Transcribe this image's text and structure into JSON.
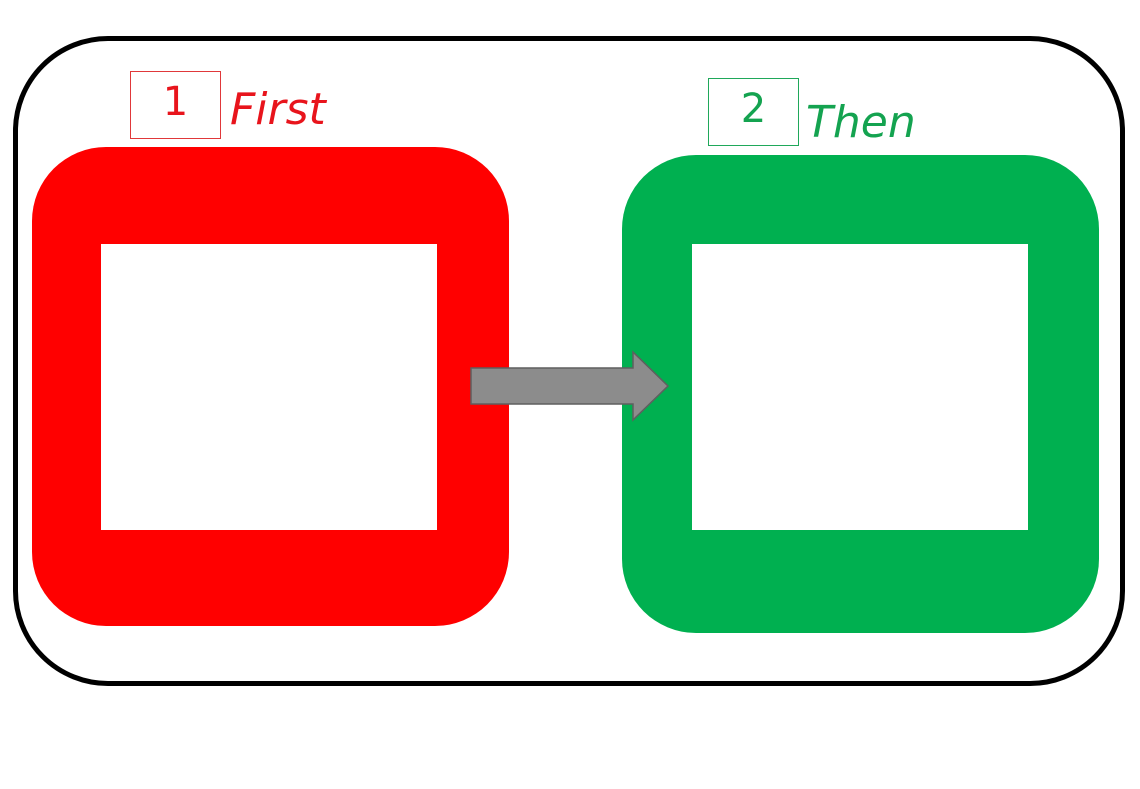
{
  "diagram": {
    "steps": [
      {
        "number": "1",
        "label": "First",
        "color": "#ff0000",
        "text_color": "#e8141c"
      },
      {
        "number": "2",
        "label": "Then",
        "color": "#00b050",
        "text_color": "#14a350"
      }
    ],
    "frame_color": "#000000",
    "arrow": {
      "icon": "right-arrow-icon",
      "color": "#8c8c8c"
    }
  }
}
